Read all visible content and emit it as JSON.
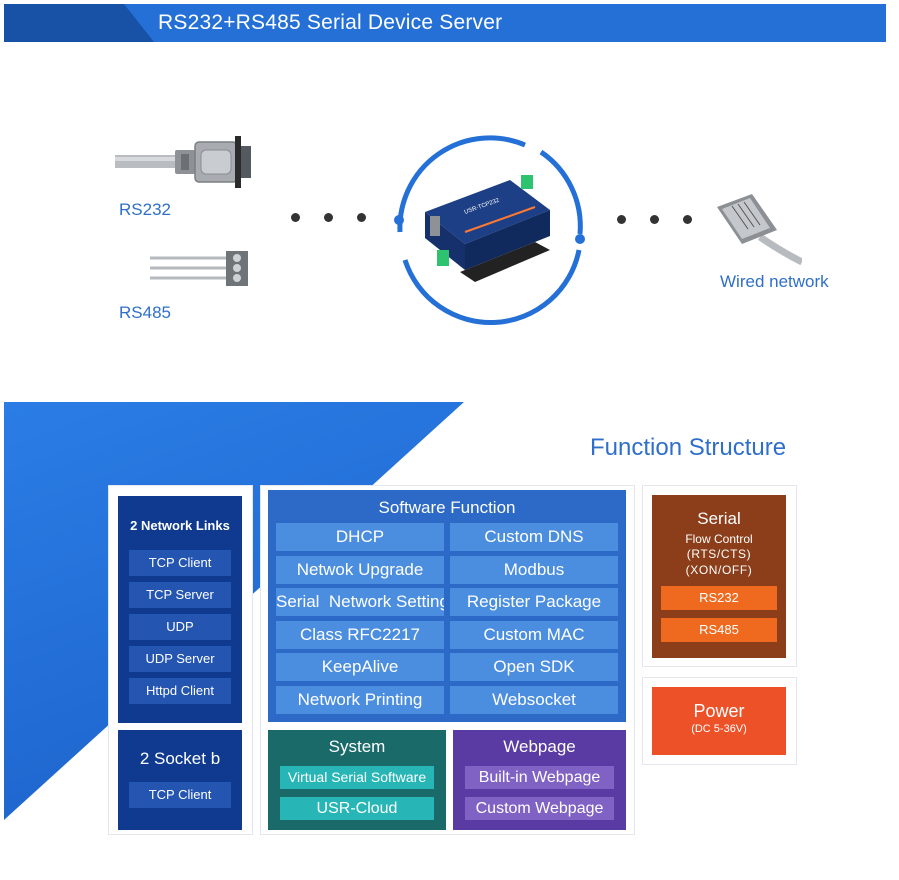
{
  "header": {
    "title": "RS232+RS485 Serial Device Server"
  },
  "connections": {
    "rs232_label": "RS232",
    "rs485_label": "RS485",
    "wired_label": "Wired network"
  },
  "function_title": "Function Structure",
  "network_links": {
    "title": "2 Network Links",
    "items": [
      "TCP Client",
      "TCP Server",
      "UDP",
      "UDP Server",
      "Httpd Client"
    ]
  },
  "socket_b": {
    "title": "2 Socket b",
    "items": [
      "TCP Client"
    ]
  },
  "software_function": {
    "title": "Software Function",
    "cells": [
      "DHCP",
      "Custom DNS",
      "Netwok Upgrade",
      "Modbus",
      "Serial  Network Setting",
      "Register Package",
      "Class RFC2217",
      "Custom MAC",
      "KeepAlive",
      "Open SDK",
      "Network Printing",
      "Websocket"
    ]
  },
  "system": {
    "title": "System",
    "items": [
      "Virtual Serial Software",
      "USR-Cloud"
    ]
  },
  "webpage": {
    "title": "Webpage",
    "items": [
      "Built-in Webpage",
      "Custom Webpage"
    ]
  },
  "serial": {
    "title": "Serial",
    "flow_control": "Flow Control",
    "rts_cts": "(RTS/CTS)",
    "xon_off": "(XON/OFF)",
    "items": [
      "RS232",
      "RS485"
    ]
  },
  "power": {
    "title": "Power",
    "voltage": "(DC 5-36V)"
  },
  "colors": {
    "accent_blue": "#2470d6",
    "navy": "#0f3a8f",
    "software_blue": "#2d69c6",
    "teal": "#1a6a6a",
    "purple": "#5a3ba4",
    "brown": "#8b3e19",
    "orange": "#ef6a1e",
    "power_red": "#ec5128"
  }
}
